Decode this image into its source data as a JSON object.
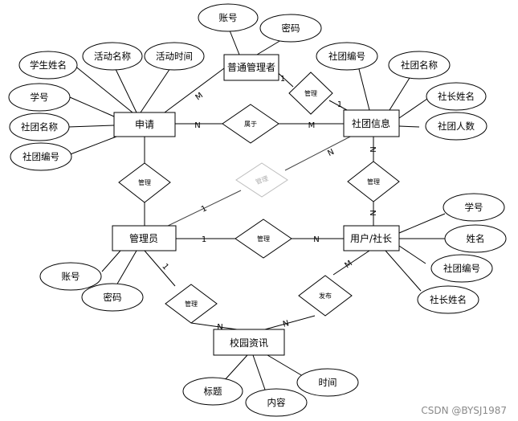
{
  "entities": {
    "apply": "申请",
    "general_admin": "普通管理者",
    "club_info": "社团信息",
    "admin": "管理员",
    "user_leader": "用户/社长",
    "campus_news": "校园资讯"
  },
  "attributes": {
    "general_admin_account": "账号",
    "general_admin_password": "密码",
    "apply_student_name": "学生姓名",
    "apply_activity_name": "活动名称",
    "apply_activity_time": "活动时间",
    "apply_student_id": "学号",
    "apply_club_name": "社团名称",
    "apply_club_id": "社团编号",
    "club_id": "社团编号",
    "club_name": "社团名称",
    "club_leader_name": "社长姓名",
    "club_member_count": "社团人数",
    "user_student_id": "学号",
    "user_name": "姓名",
    "user_club_id": "社团编号",
    "user_leader_name": "社长姓名",
    "admin_account": "账号",
    "admin_password": "密码",
    "news_title": "标题",
    "news_content": "内容",
    "news_time": "时间"
  },
  "relationships": {
    "belongs_to": "属于",
    "general_manage": "管理",
    "admin_manage_apply": "管理",
    "manage_faded": "管理",
    "club_manage_user": "管理",
    "admin_manage_user": "管理",
    "admin_manage_news": "管理",
    "publish": "发布"
  },
  "cardinalities": {
    "apply_belongs_n": "N",
    "belongs_club_m": "M",
    "general_admin_m": "M",
    "general_manage_1": "1",
    "club_manage_1": "1",
    "faded_club_n": "N",
    "faded_admin_1": "1",
    "club_vertical_n": "N",
    "user_vertical_n": "N",
    "admin_user_1": "1",
    "admin_user_n": "N",
    "admin_news_1": "1",
    "admin_news_n": "N",
    "user_publish_m": "M",
    "publish_news_n": "N"
  },
  "watermark": "CSDN @BYSJ1987"
}
